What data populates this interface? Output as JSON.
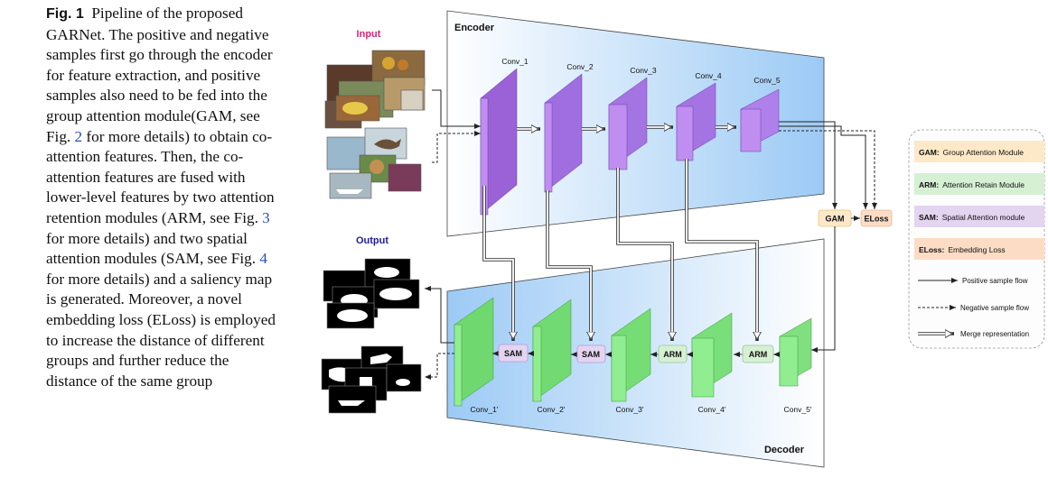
{
  "caption": {
    "fig_label": "Fig. 1",
    "seg1": "Pipeline of the proposed GARNet. The positive and negative samples first go through the encoder for feature extraction, and positive samples also need to be fed into the group attention module(GAM, see Fig.",
    "ref1": "2",
    "seg2": "for more details) to obtain co-attention features. Then, the co-attention features are fused with lower-level features by two attention retention modules (ARM, see Fig.",
    "ref2": "3",
    "seg3": "for more details) and two spatial attention modules (SAM, see Fig.",
    "ref3": "4",
    "seg4": "for more details) and a saliency map is generated. Moreover, a novel embedding loss (ELoss) is employed to increase the distance of different groups and further reduce the distance of the same group"
  },
  "diagram": {
    "input_label": "Input",
    "output_label": "Output",
    "encoder_label": "Encoder",
    "decoder_label": "Decoder",
    "encoder_blocks": [
      "Conv_1",
      "Conv_2",
      "Conv_3",
      "Conv_4",
      "Conv_5"
    ],
    "decoder_blocks": [
      "Conv_1'",
      "Conv_2'",
      "Conv_3'",
      "Conv_4'",
      "Conv_5'"
    ],
    "modules": [
      "SAM",
      "SAM",
      "ARM",
      "ARM"
    ],
    "gam": "GAM",
    "eloss": "ELoss"
  },
  "legend": {
    "items": [
      {
        "abbr": "GAM:",
        "text": "Group Attention Module",
        "color": "#fde9c8"
      },
      {
        "abbr": "ARM:",
        "text": "Attention Retain Module",
        "color": "#d6f0d3"
      },
      {
        "abbr": "SAM:",
        "text": "Spatial Attention module",
        "color": "#e3d4f0"
      },
      {
        "abbr": "ELoss:",
        "text": "Embedding Loss",
        "color": "#fddcc5"
      }
    ],
    "flows": [
      "Positive sample flow",
      "Negative sample flow",
      "Merge representation"
    ]
  },
  "colors": {
    "encoder_block": "#c08ef0",
    "decoder_block": "#90ee90",
    "panel_blue": "#9ccaf5",
    "input_label": "#e0217a",
    "output_label": "#1d1d9e"
  }
}
